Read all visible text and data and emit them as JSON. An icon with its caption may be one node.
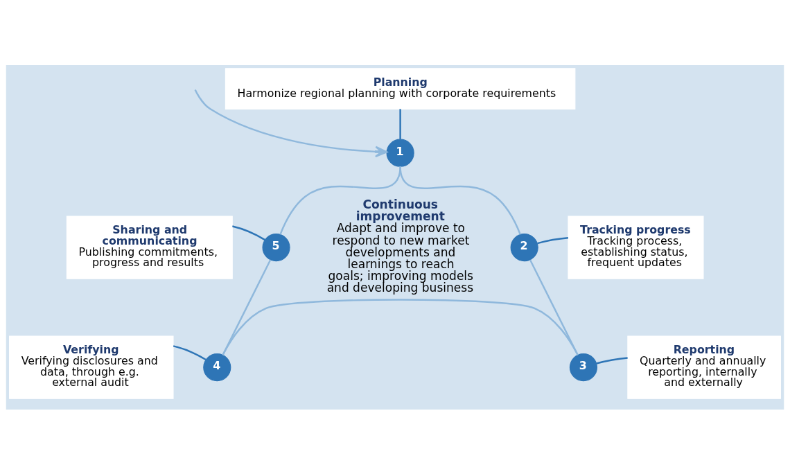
{
  "diagram": {
    "nodes": [
      {
        "text": [
          "Planning",
          "Harmonize regional planning with corporate requirements"
        ]
      },
      {
        "text": [
          "1"
        ]
      },
      {
        "text": [
          "Sharing and communicating",
          "Publishing commitments, progress and results"
        ]
      },
      {
        "text": [
          "5"
        ]
      },
      {
        "text": [
          "2"
        ]
      },
      {
        "text": [
          "Tracking progress",
          "Tracking process, establishing status, frequent updates"
        ]
      },
      {
        "text": [
          "Verifying",
          "Verifying disclosures and data, through e.g. external audit"
        ]
      },
      {
        "text": [
          "4"
        ]
      },
      {
        "text": [
          "3"
        ]
      },
      {
        "text": [
          "Reporting",
          "Quarterly and annually reporting, internally and externally"
        ]
      }
    ],
    "edges": [
      {
        "from": null,
        "to": 1,
        "arrow": "to"
      },
      {
        "from": 1,
        "to": 4,
        "arrow": "none"
      },
      {
        "from": 4,
        "to": 8,
        "arrow": "none"
      },
      {
        "from": 8,
        "to": 7,
        "arrow": "none"
      },
      {
        "from": 7,
        "to": 3,
        "arrow": "none"
      },
      {
        "from": 3,
        "to": 1,
        "arrow": "none"
      },
      {
        "from": 0,
        "to": 1,
        "arrow": "none",
        "color": "#2e75b6"
      },
      {
        "from": 4,
        "to": 5,
        "arrow": "none",
        "color": "#2e75b6"
      },
      {
        "from": 8,
        "to": 9,
        "arrow": "none",
        "color": "#2e75b6"
      },
      {
        "from": 7,
        "to": 6,
        "arrow": "none",
        "color": "#2e75b6"
      },
      {
        "from": 3,
        "to": 2,
        "arrow": "none",
        "color": "#2e75b6"
      }
    ],
    "labels": [
      "Continuous improvement",
      "Adapt and improve to respond to new market developments and learnings to reach goals; improving models and developing business"
    ]
  }
}
